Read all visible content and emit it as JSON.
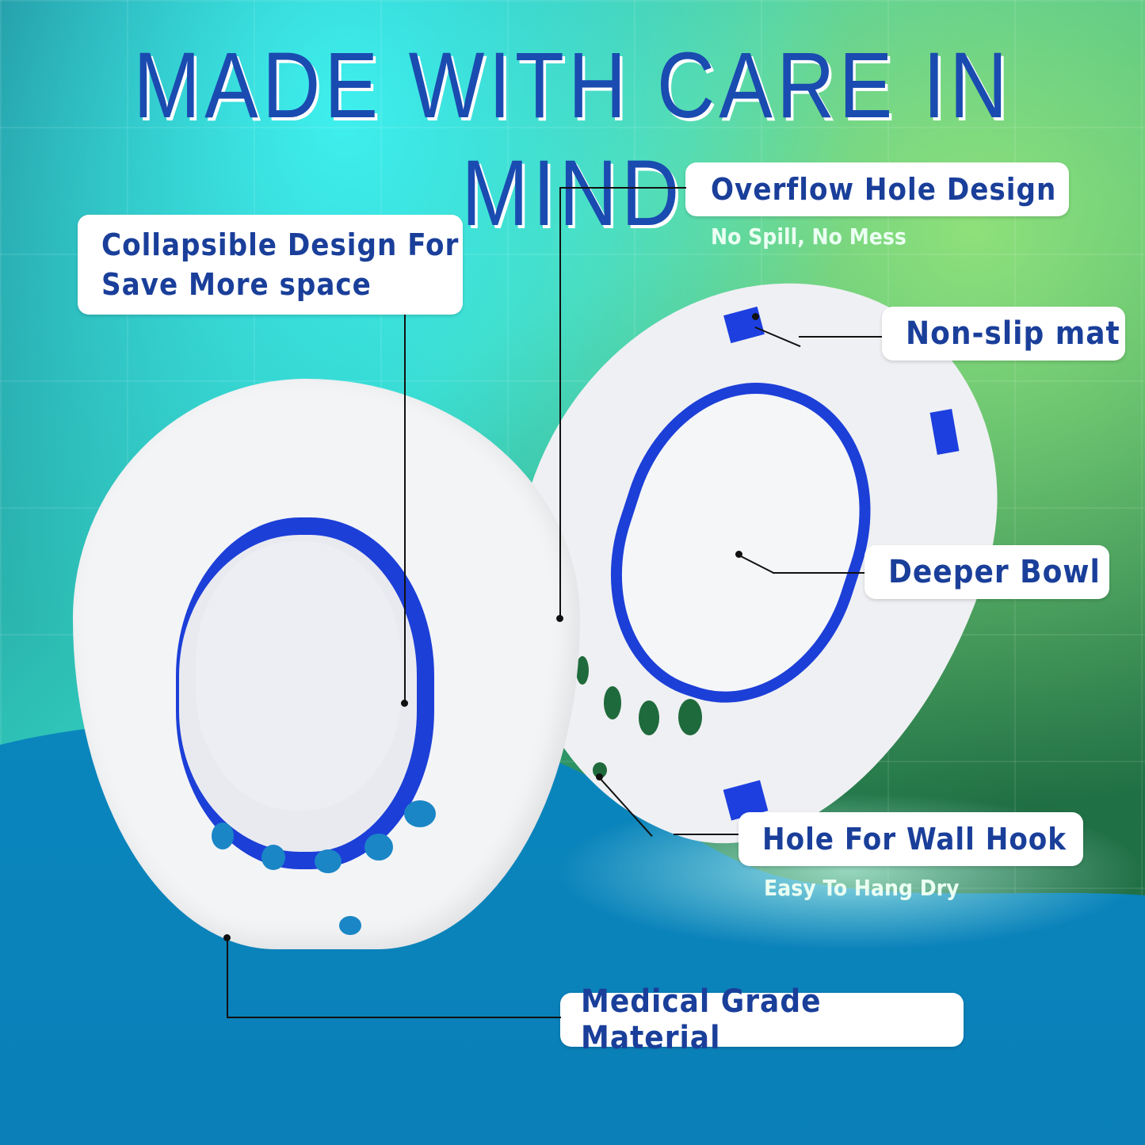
{
  "title": "MADE WITH CARE IN MIND",
  "colors": {
    "title_blue": "#1a4bb0",
    "label_text": "#1a3f9a",
    "accent_blue": "#1c3fd8",
    "label_bg": "#ffffff"
  },
  "callouts": [
    {
      "id": "collapsible",
      "lines": [
        "Collapsible Design For",
        "Save More space"
      ]
    },
    {
      "id": "overflow",
      "label": "Overflow Hole Design",
      "subtext": "No Spill, No Mess"
    },
    {
      "id": "nonslip",
      "label": "Non-slip mat"
    },
    {
      "id": "deeper",
      "label": "Deeper Bowl"
    },
    {
      "id": "wallhook",
      "label": "Hole For Wall Hook",
      "subtext": "Easy To Hang Dry"
    },
    {
      "id": "medical",
      "label": "Medical Grade Material"
    }
  ]
}
